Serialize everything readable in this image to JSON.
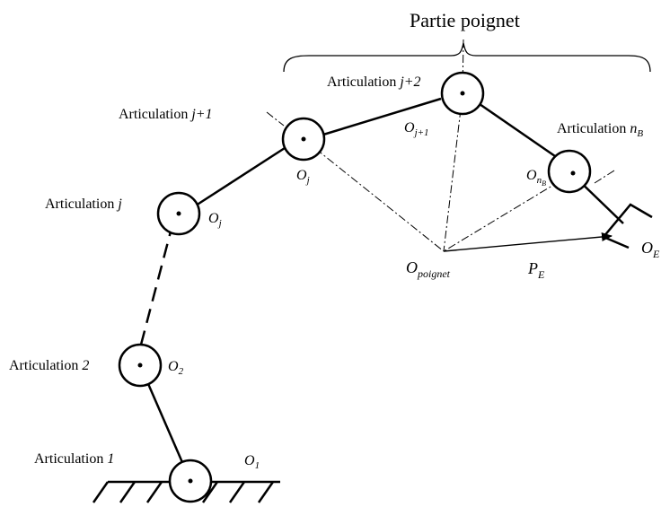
{
  "title": "Partie poignet",
  "joints": {
    "j1": {
      "word": "Articulation",
      "index": "1"
    },
    "j2": {
      "word": "Articulation",
      "index": "2"
    },
    "jj": {
      "word": "Articulation",
      "index": "j"
    },
    "jj1": {
      "word": "Articulation",
      "index": "j+1"
    },
    "jj2": {
      "word": "Articulation",
      "index": "j+2"
    },
    "jnb": {
      "word": "Articulation",
      "index": "n",
      "index_sub": "B"
    }
  },
  "frames": {
    "o1": {
      "base": "O",
      "sub": "1"
    },
    "o2": {
      "base": "O",
      "sub": "2"
    },
    "oj_a": {
      "base": "O",
      "sub": "j"
    },
    "oj_b": {
      "base": "O",
      "sub": "j"
    },
    "oj1": {
      "base": "O",
      "sub": "j+1"
    },
    "onb": {
      "base": "O",
      "sub": "n",
      "subsub": "B"
    },
    "owrist": {
      "base": "O",
      "sub": "poignet"
    },
    "oe": {
      "base": "O",
      "sub": "E"
    }
  },
  "vector": {
    "base": "P",
    "sub": "E"
  },
  "colors": {
    "ink": "#000000",
    "background": "#ffffff"
  }
}
